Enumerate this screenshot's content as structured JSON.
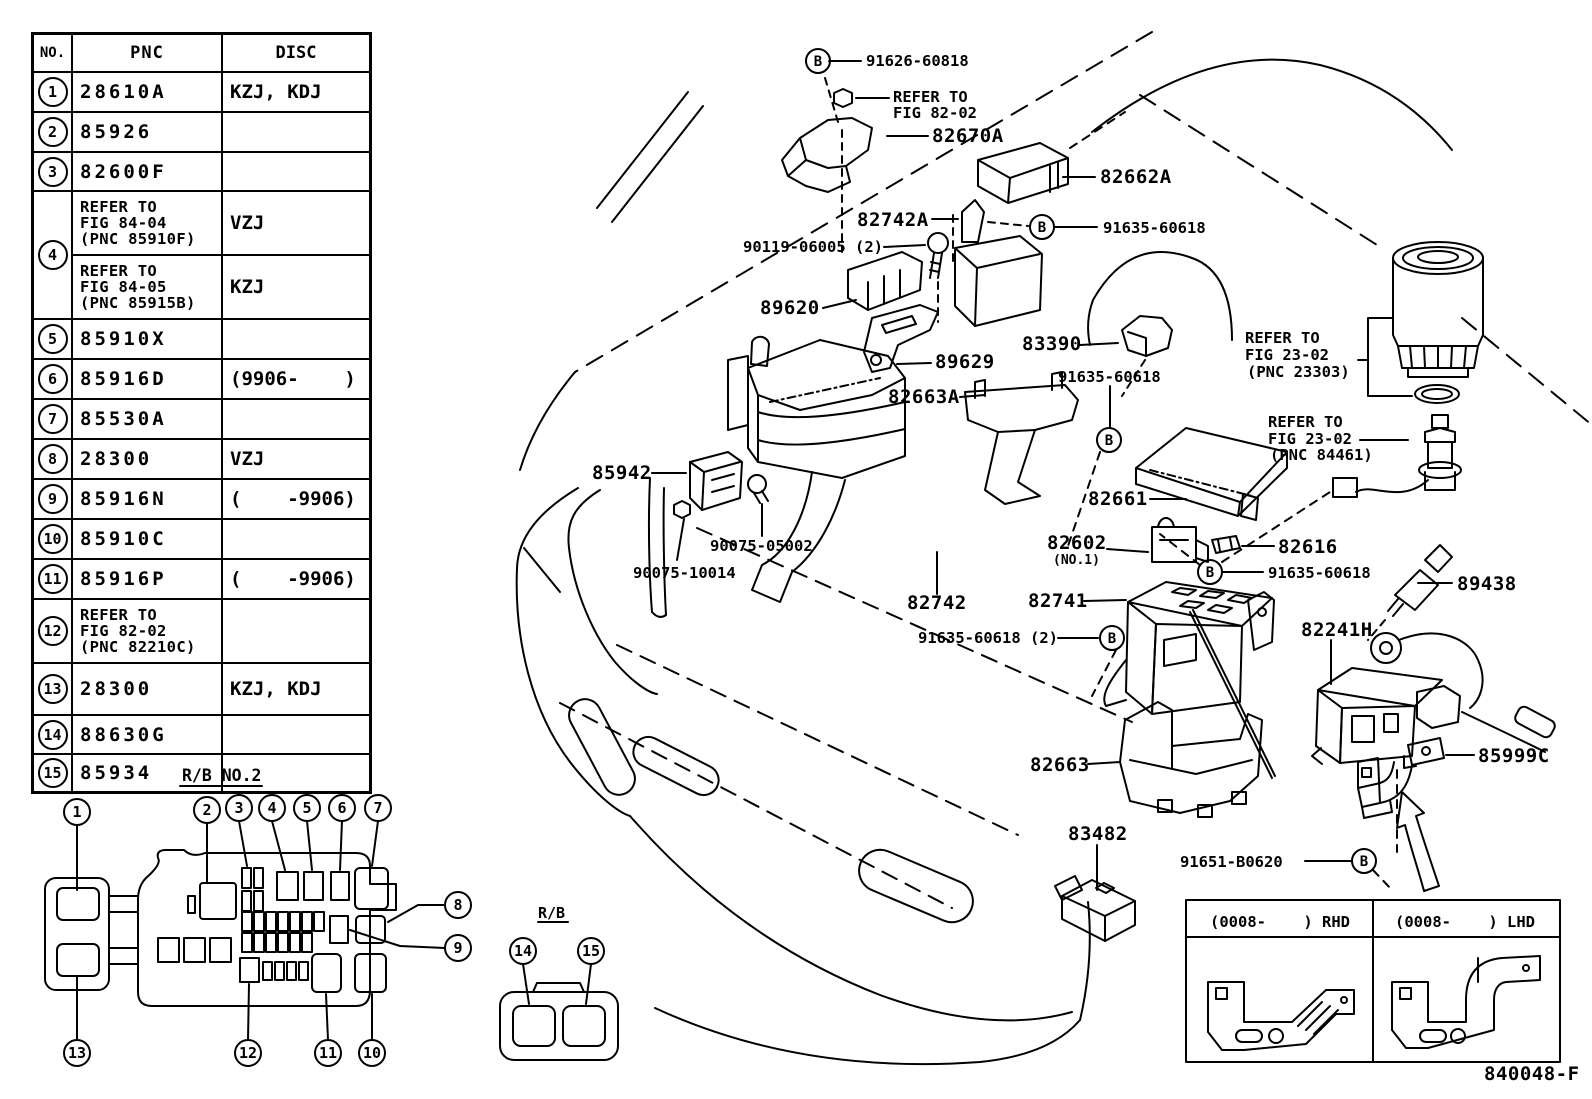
{
  "figure_code": "840048-F",
  "table": {
    "headers": {
      "no": "NO.",
      "pnc": "PNC",
      "disc": "DISC"
    },
    "rows": [
      {
        "no": "1",
        "pnc": "28610A",
        "disc": "KZJ, KDJ"
      },
      {
        "no": "2",
        "pnc": "85926",
        "disc": ""
      },
      {
        "no": "3",
        "pnc": "82600F",
        "disc": ""
      },
      {
        "no": "4",
        "sub": [
          {
            "pnc": "REFER TO\nFIG 84-04\n (PNC 85910F)",
            "disc": "VZJ"
          },
          {
            "pnc": "REFER TO\nFIG 84-05\n (PNC 85915B)",
            "disc": "KZJ"
          }
        ]
      },
      {
        "no": "5",
        "pnc": "85910X",
        "disc": ""
      },
      {
        "no": "6",
        "pnc": "85916D",
        "disc": "(9906-    )"
      },
      {
        "no": "7",
        "pnc": "85530A",
        "disc": ""
      },
      {
        "no": "8",
        "pnc": "28300",
        "disc": "VZJ"
      },
      {
        "no": "9",
        "pnc": "85916N",
        "disc": "(    -9906)"
      },
      {
        "no": "10",
        "pnc": "85910C",
        "disc": ""
      },
      {
        "no": "11",
        "pnc": "85916P",
        "disc": "(    -9906)"
      },
      {
        "no": "12",
        "pnc": "REFER TO\nFIG 82-02\n (PNC 82210C)",
        "disc": ""
      },
      {
        "no": "13",
        "pnc": "28300",
        "disc": "KZJ, KDJ"
      },
      {
        "no": "14",
        "pnc": "88630G",
        "disc": ""
      },
      {
        "no": "15",
        "pnc": "85934",
        "disc": ""
      }
    ]
  },
  "labels": {
    "n91626": "91626-60818",
    "refer8202a": "REFER TO",
    "refer8202b": "FIG 82-02",
    "n82670a": "82670A",
    "n82662a": "82662A",
    "n82742a": "82742A",
    "n91635_1": "91635-60618",
    "n90119": "90119-06005 (2)",
    "n89620": "89620",
    "n83390": "83390",
    "n89629": "89629",
    "n91635_2": "91635-60618",
    "n82663a": "82663A",
    "ref2303a": "REFER TO",
    "ref2303b": "FIG 23-02",
    "ref2303c": "(PNC 23303)",
    "ref84461a": "REFER TO",
    "ref84461b": "FIG 23-02",
    "ref84461c": "(PNC 84461)",
    "n85942": "85942",
    "n82661": "82661",
    "n90075a": "90075-05002",
    "n82602": "82602",
    "n82602no": "(NO.1)",
    "n82616": "82616",
    "n90075b": "90075-10014",
    "n91635_3": "91635-60618",
    "n82742": "82742",
    "n82741": "82741",
    "n91635_4": "91635-60618 (2)",
    "n82241h": "82241H",
    "n89438": "89438",
    "n82663": "82663",
    "n85999c": "85999C",
    "n83482": "83482",
    "n91651": "91651-B0620"
  },
  "callouts": {
    "b": "B",
    "numbers": [
      "1",
      "2",
      "3",
      "4",
      "5",
      "6",
      "7",
      "8",
      "9",
      "10",
      "11",
      "12",
      "13",
      "14",
      "15"
    ]
  },
  "fusebox": {
    "title": "R/B NO.2"
  },
  "rb_box": {
    "title": "R/B"
  },
  "inset": {
    "rhd": "(0008-    ) RHD",
    "lhd": "(0008-    ) LHD"
  },
  "colors": {
    "ink": "#000000",
    "paper": "#ffffff"
  }
}
